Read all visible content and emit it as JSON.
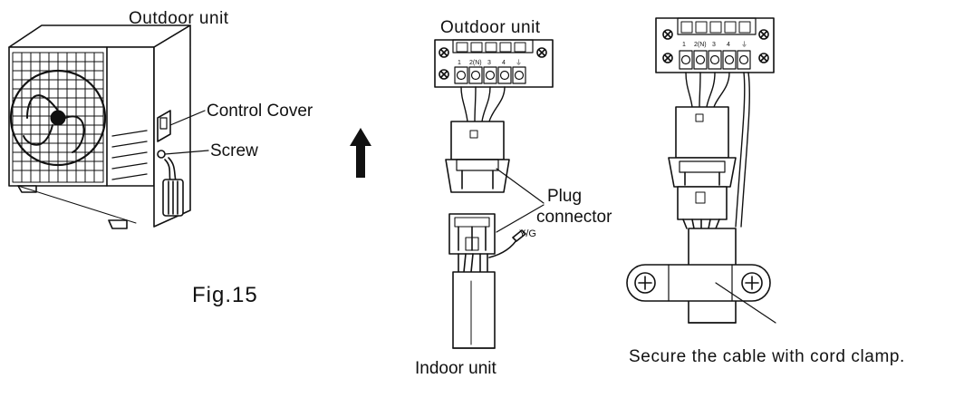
{
  "labels": {
    "outdoor_unit_left": "Outdoor unit",
    "control_cover": "Control Cover",
    "screw": "Screw",
    "figure": "Fig.15",
    "outdoor_unit_right": "Outdoor unit",
    "plug_line1": "Plug",
    "plug_line2": "connector",
    "yg": "Y/G",
    "indoor_unit": "Indoor unit",
    "secure_caption": "Secure the cable with cord clamp."
  },
  "terminals": [
    "1",
    "2(N)",
    "3",
    "4",
    "⏚"
  ],
  "icons": {
    "arrow": "up-arrow-icon",
    "screw": "phillips-screw-icon",
    "ground": "ground-symbol-icon"
  },
  "colors": {
    "line": "#111111",
    "background": "#ffffff"
  }
}
